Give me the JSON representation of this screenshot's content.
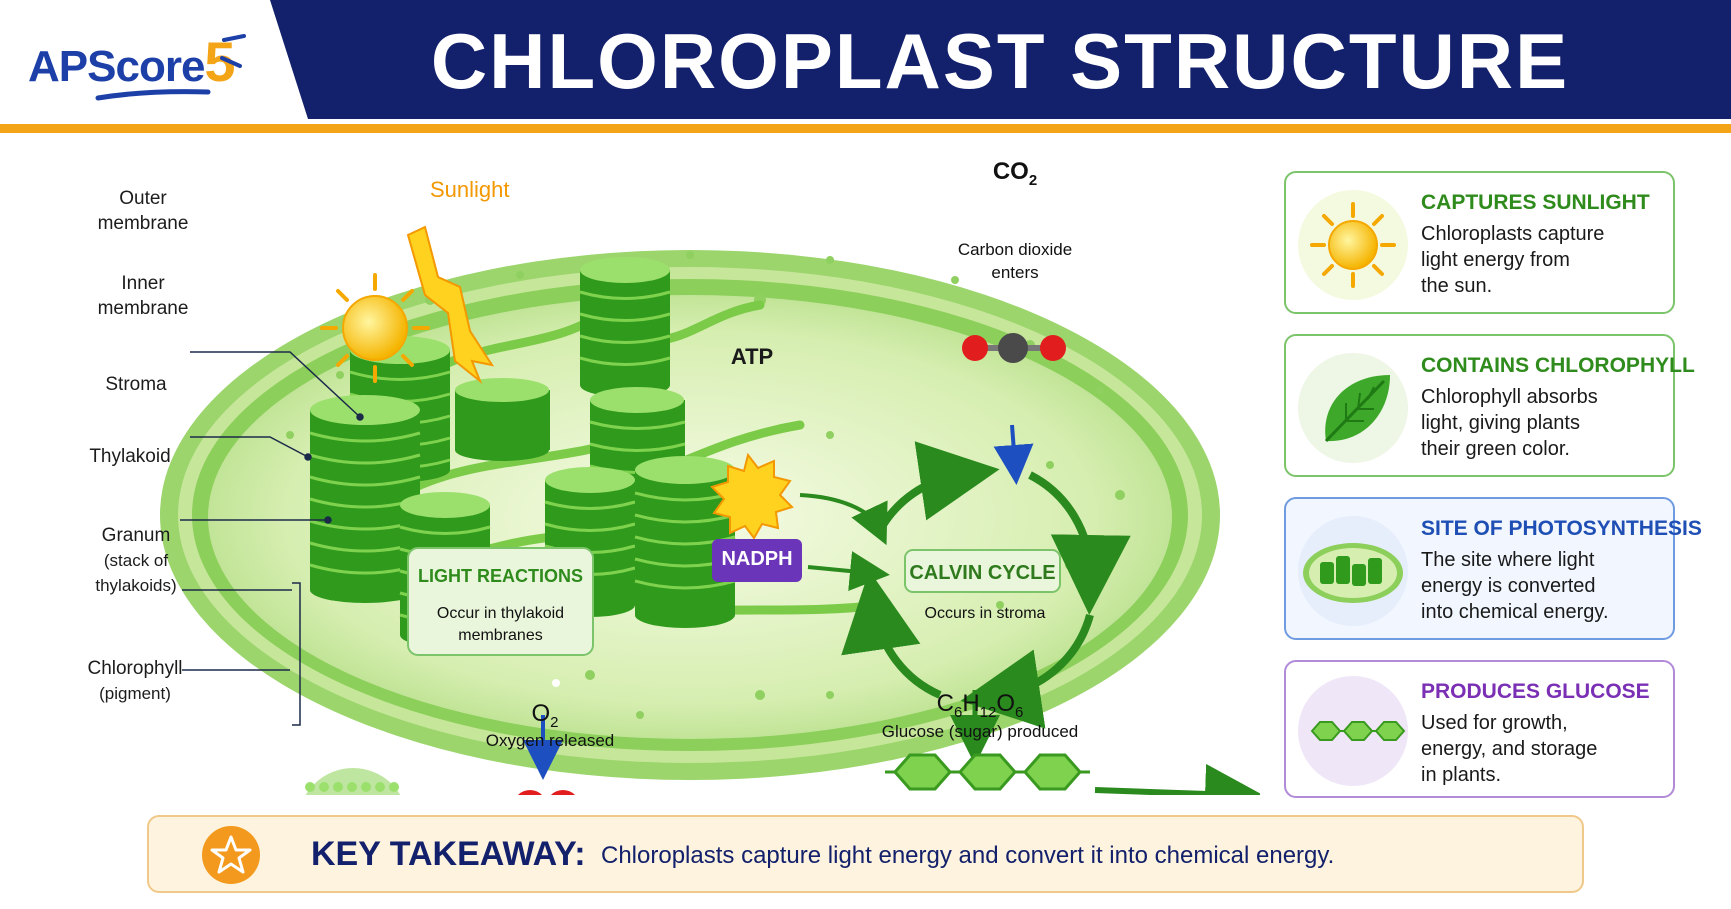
{
  "header": {
    "logo_text": "APScore",
    "logo_num": "5",
    "title": "CHLOROPLAST STRUCTURE"
  },
  "labels": {
    "outer_membrane": [
      "Outer",
      "membrane"
    ],
    "inner_membrane": [
      "Inner",
      "membrane"
    ],
    "stroma": "Stroma",
    "thylakoid": "Thylakoid",
    "granum": "Granum",
    "granum_sub": [
      "(stack of",
      "thylakoids)"
    ],
    "chlorophyll": "Chlorophyll",
    "chlorophyll_sub": "(pigment)"
  },
  "annotations": {
    "sunlight": "Sunlight",
    "co2": "CO",
    "co2_sub": "2",
    "co2_desc": [
      "Carbon dioxide",
      "enters"
    ],
    "atp": "ATP",
    "nadph": "NADPH",
    "light_reactions_title": "LIGHT REACTIONS",
    "light_reactions_desc": [
      "Occur in thylakoid",
      "membranes"
    ],
    "calvin_title": "CALVIN CYCLE",
    "calvin_desc": "Occurs in stroma",
    "o2": "O",
    "o2_sub": "2",
    "o2_desc": "Oxygen released",
    "glucose_formula": [
      "C",
      "6",
      "H",
      "12",
      "O",
      "6"
    ],
    "glucose_desc": "Glucose (sugar) produced"
  },
  "cards": [
    {
      "title": "CAPTURES SUNLIGHT",
      "text": [
        "Chloroplasts capture",
        "light energy from",
        "the sun."
      ],
      "icon": "sun-icon",
      "title_color": "#2e8b1c",
      "border_color": "#7cc46a",
      "bg_color": "#ffffff"
    },
    {
      "title": "CONTAINS CHLOROPHYLL",
      "text": [
        "Chlorophyll absorbs",
        "light, giving plants",
        "their green color."
      ],
      "icon": "leaf-icon",
      "title_color": "#2e8b1c",
      "border_color": "#7cc46a",
      "bg_color": "#ffffff"
    },
    {
      "title": "SITE OF PHOTOSYNTHESIS",
      "text": [
        "The site where light",
        "energy is converted",
        "into chemical energy."
      ],
      "icon": "chloroplast-icon",
      "title_color": "#1f4fb5",
      "border_color": "#6f9be0",
      "bg_color": "#f1f6ff"
    },
    {
      "title": "PRODUCES GLUCOSE",
      "text": [
        "Used for growth,",
        "energy, and storage",
        "in plants."
      ],
      "icon": "glucose-icon",
      "title_color": "#7a2fb5",
      "border_color": "#b18ad8",
      "bg_color": "#ffffff"
    }
  ],
  "takeaway": {
    "label": "KEY TAKEAWAY:",
    "text": "Chloroplasts capture light energy and convert it into chemical energy."
  }
}
